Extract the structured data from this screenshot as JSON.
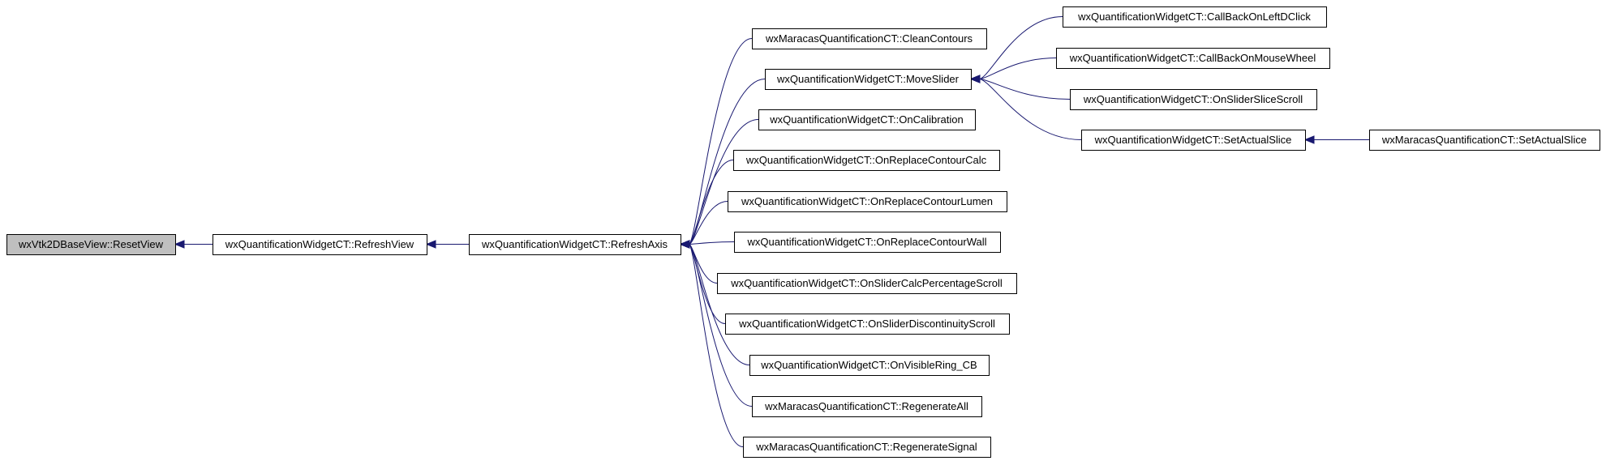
{
  "graph": {
    "type": "caller-graph",
    "colors": {
      "edge": "#191970",
      "root_fill": "#bfbfbf",
      "node_fill": "#ffffff",
      "border": "#000000"
    },
    "nodes": [
      {
        "id": "n0",
        "label": "wxVtk2DBaseView::ResetView",
        "root": true
      },
      {
        "id": "n1",
        "label": "wxQuantificationWidgetCT::RefreshView"
      },
      {
        "id": "n2",
        "label": "wxQuantificationWidgetCT::RefreshAxis"
      },
      {
        "id": "n3",
        "label": "wxMaracasQuantificationCT::CleanContours"
      },
      {
        "id": "n4",
        "label": "wxQuantificationWidgetCT::MoveSlider"
      },
      {
        "id": "n5",
        "label": "wxQuantificationWidgetCT::OnCalibration"
      },
      {
        "id": "n6",
        "label": "wxQuantificationWidgetCT::OnReplaceContourCalc"
      },
      {
        "id": "n7",
        "label": "wxQuantificationWidgetCT::OnReplaceContourLumen"
      },
      {
        "id": "n8",
        "label": "wxQuantificationWidgetCT::OnReplaceContourWall"
      },
      {
        "id": "n9",
        "label": "wxQuantificationWidgetCT::OnSliderCalcPercentageScroll"
      },
      {
        "id": "n10",
        "label": "wxQuantificationWidgetCT::OnSliderDiscontinuityScroll"
      },
      {
        "id": "n11",
        "label": "wxQuantificationWidgetCT::OnVisibleRing_CB"
      },
      {
        "id": "n12",
        "label": "wxMaracasQuantificationCT::RegenerateAll"
      },
      {
        "id": "n13",
        "label": "wxMaracasQuantificationCT::RegenerateSignal"
      },
      {
        "id": "n14",
        "label": "wxQuantificationWidgetCT::CallBackOnLeftDClick"
      },
      {
        "id": "n15",
        "label": "wxQuantificationWidgetCT::CallBackOnMouseWheel"
      },
      {
        "id": "n16",
        "label": "wxQuantificationWidgetCT::OnSliderSliceScroll"
      },
      {
        "id": "n17",
        "label": "wxQuantificationWidgetCT::SetActualSlice"
      },
      {
        "id": "n18",
        "label": "wxMaracasQuantificationCT::SetActualSlice"
      }
    ],
    "edges": [
      {
        "from": "n1",
        "to": "n0"
      },
      {
        "from": "n2",
        "to": "n1"
      },
      {
        "from": "n3",
        "to": "n2"
      },
      {
        "from": "n4",
        "to": "n2"
      },
      {
        "from": "n5",
        "to": "n2"
      },
      {
        "from": "n6",
        "to": "n2"
      },
      {
        "from": "n7",
        "to": "n2"
      },
      {
        "from": "n8",
        "to": "n2"
      },
      {
        "from": "n9",
        "to": "n2"
      },
      {
        "from": "n10",
        "to": "n2"
      },
      {
        "from": "n11",
        "to": "n2"
      },
      {
        "from": "n12",
        "to": "n2"
      },
      {
        "from": "n13",
        "to": "n2"
      },
      {
        "from": "n14",
        "to": "n4"
      },
      {
        "from": "n15",
        "to": "n4"
      },
      {
        "from": "n16",
        "to": "n4"
      },
      {
        "from": "n17",
        "to": "n4"
      },
      {
        "from": "n18",
        "to": "n17"
      }
    ]
  }
}
